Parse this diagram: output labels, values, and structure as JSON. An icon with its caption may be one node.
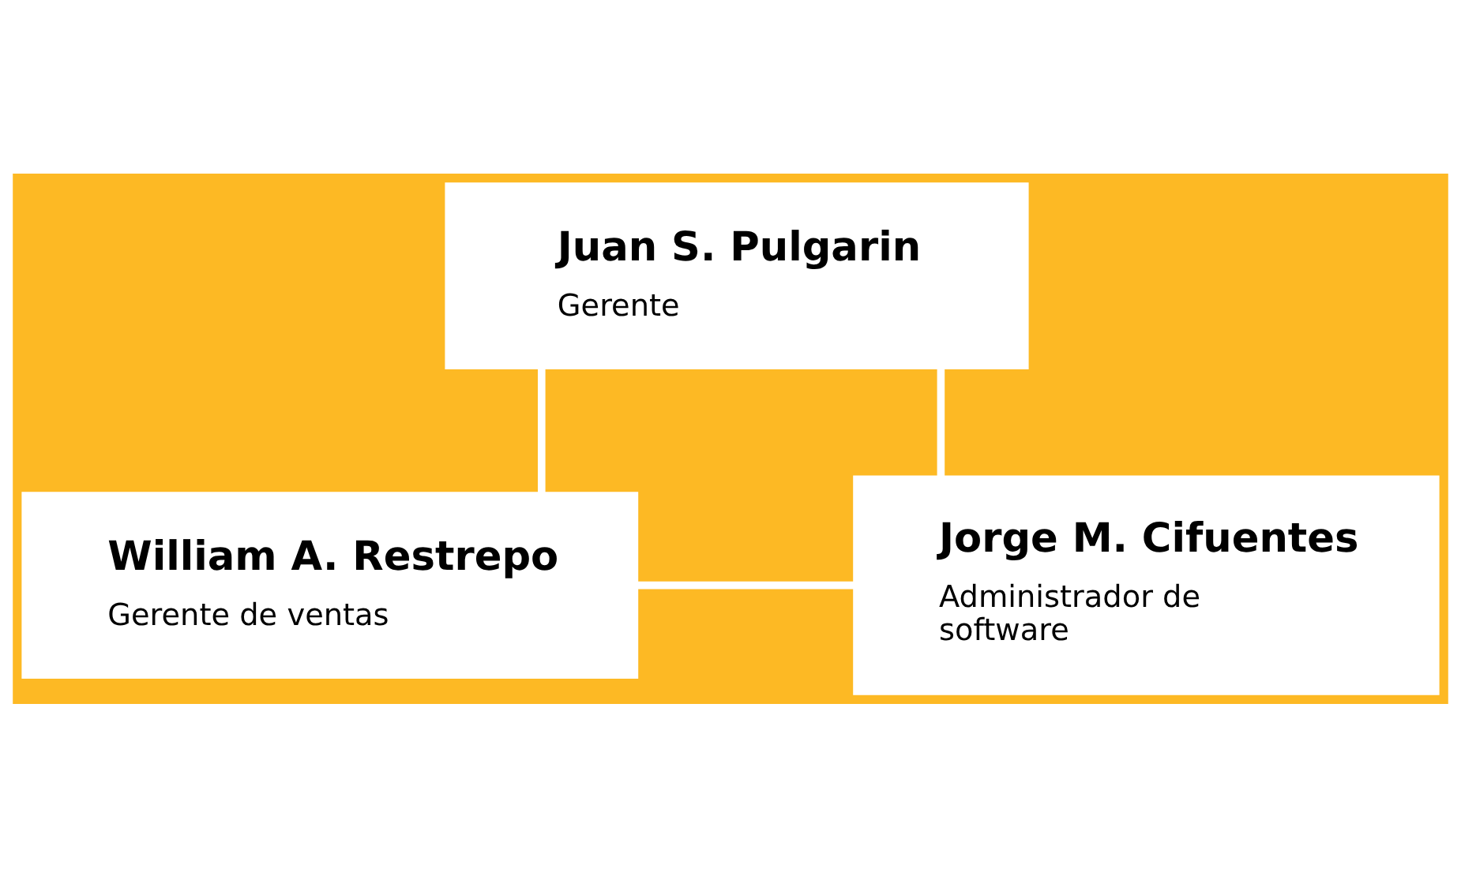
{
  "diagram": {
    "nodes": [
      {
        "text": [
          "Juan S. Pulgarin",
          "Gerente"
        ]
      },
      {
        "text": [
          "William A. Restrepo",
          "Gerente de ventas"
        ]
      },
      {
        "text": [
          "Jorge M. Cifuentes",
          "Administrador de software"
        ]
      }
    ],
    "edges": [
      {
        "from": 0,
        "to": 1,
        "arrow": "none"
      },
      {
        "from": 0,
        "to": 2,
        "arrow": "none"
      },
      {
        "from": 1,
        "to": 2,
        "arrow": "none"
      }
    ]
  }
}
